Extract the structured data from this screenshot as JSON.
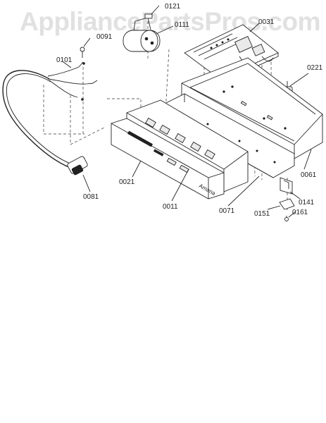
{
  "watermark": "AppliancePartsPros.com",
  "labels": {
    "p0121": "0121",
    "p0111": "0111",
    "p0031": "0031",
    "p0091": "0091",
    "p0101": "0101",
    "p0221": "0221",
    "p0061": "0061",
    "p0021": "0021",
    "p0011": "0011",
    "p0071": "0071",
    "p0081": "0081",
    "p0141": "0141",
    "p0151": "0151",
    "p0161": "0161"
  },
  "panel_text": "Amana"
}
